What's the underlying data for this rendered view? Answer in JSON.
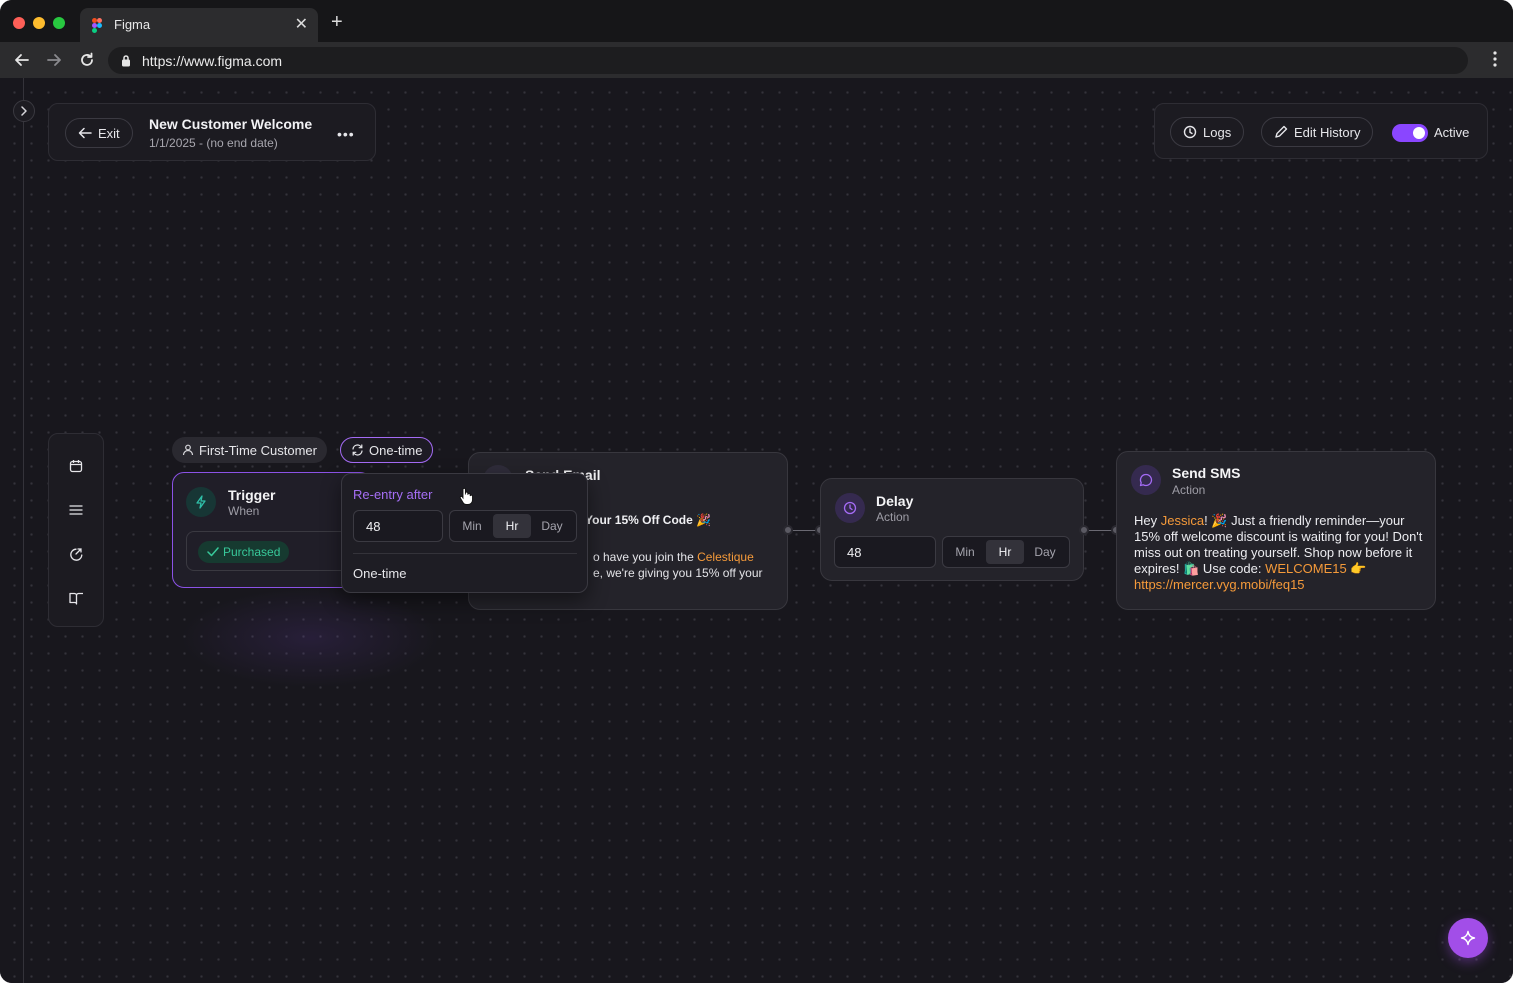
{
  "browser": {
    "tab_title": "Figma",
    "url": "https://www.figma.com",
    "close_glyph": "✕",
    "new_tab_glyph": "+"
  },
  "header": {
    "exit_label": "Exit",
    "workflow_title": "New Customer Welcome",
    "workflow_dates": "1/1/2025 - (no end date)",
    "more_glyph": "•••"
  },
  "actions": {
    "logs_label": "Logs",
    "edit_history_label": "Edit History",
    "active_label": "Active",
    "active": true
  },
  "side_rail": {
    "icons": [
      "calendar-icon",
      "list-icon",
      "analytics-icon",
      "book-icon"
    ]
  },
  "chips": {
    "audience": "First-Time Customer",
    "frequency": "One-time"
  },
  "trigger": {
    "title": "Trigger",
    "subtitle": "When",
    "condition": "Purchased"
  },
  "popover": {
    "label": "Re-entry after",
    "value": "48",
    "units": [
      "Min",
      "Hr",
      "Day"
    ],
    "selected_unit": "Hr",
    "option": "One-time"
  },
  "email": {
    "title": "Send Email",
    "subject": "Your 15% Off Code 🎉",
    "body_pre": "o have you join the ",
    "body_brand": "Celestique",
    "body_post": "e, we're giving you 15% off your"
  },
  "delay": {
    "title": "Delay",
    "subtitle": "Action",
    "value": "48",
    "units": [
      "Min",
      "Hr",
      "Day"
    ],
    "selected_unit": "Hr"
  },
  "sms": {
    "title": "Send SMS",
    "subtitle": "Action",
    "greeting": "Hey ",
    "name": "Jessica",
    "body_1": "! 🎉 Just a friendly reminder—your 15% off welcome discount is waiting for you! Don't miss out on treating yourself. Shop now before it expires! 🛍️ Use code: ",
    "code": "WELCOME15",
    "body_2": " 👉 ",
    "link": "https://mercer.vyg.mobi/feq15"
  },
  "colors": {
    "accent_purple": "#a46bf5",
    "accent_orange": "#f59a3a",
    "success_green": "#38c99a",
    "canvas_bg": "#18171d"
  }
}
